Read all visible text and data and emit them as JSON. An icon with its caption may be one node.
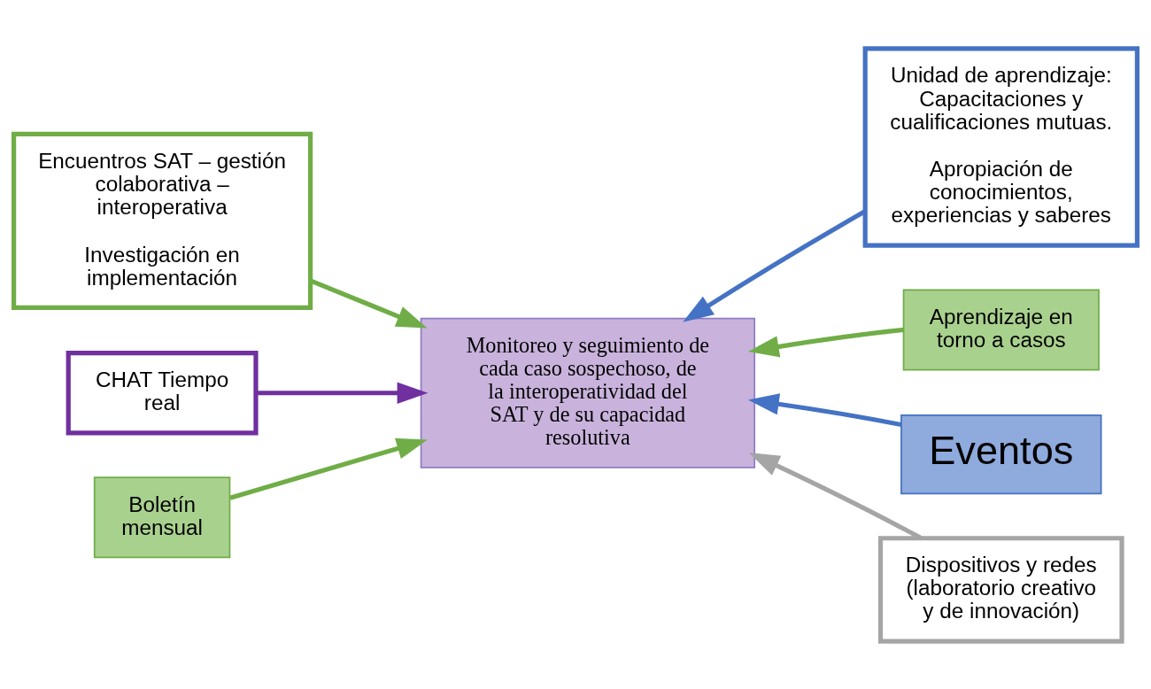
{
  "diagram": {
    "nodes": [
      {
        "text": [
          "Encuentros SAT – gestión colaborativa – interoperativa",
          "Investigación en implementación"
        ]
      },
      {
        "text": [
          "CHAT Tiempo real"
        ]
      },
      {
        "text": [
          "Boletín mensual"
        ]
      },
      {
        "text": [
          "Monitoreo y seguimiento de cada caso sospechoso, de la interoperatividad del SAT y de su capacidad resolutiva"
        ]
      },
      {
        "text": [
          "Unidad de aprendizaje: Capacitaciones y cualificaciones mutuas.",
          "Apropiación de conocimientos, experiencias y saberes"
        ]
      },
      {
        "text": [
          "Aprendizaje en torno a casos"
        ]
      },
      {
        "text": [
          "Eventos"
        ]
      },
      {
        "text": [
          "Dispositivos y redes (laboratorio creativo y de innovación)"
        ]
      }
    ],
    "edges": [
      {
        "from": 0,
        "to": 3,
        "arrow": "to",
        "color": "#70ad47"
      },
      {
        "from": 1,
        "to": 3,
        "arrow": "to",
        "color": "#7030a0"
      },
      {
        "from": 2,
        "to": 3,
        "arrow": "to",
        "color": "#70ad47"
      },
      {
        "from": 4,
        "to": 3,
        "arrow": "to",
        "color": "#4472c4"
      },
      {
        "from": 5,
        "to": 3,
        "arrow": "to",
        "color": "#70ad47"
      },
      {
        "from": 6,
        "to": 3,
        "arrow": "to",
        "color": "#4472c4"
      },
      {
        "from": 7,
        "to": 3,
        "arrow": "to",
        "color": "#a5a5a5"
      }
    ]
  }
}
